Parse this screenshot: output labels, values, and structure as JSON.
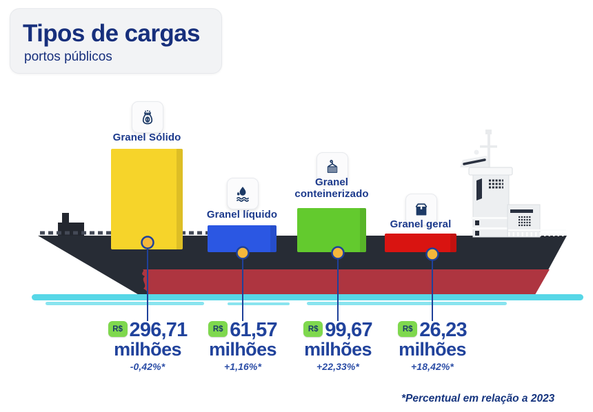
{
  "title": {
    "heading": "Tipos de cargas",
    "subtitle": "portos públicos"
  },
  "footnote": "*Percentual em relação a 2023",
  "colors": {
    "title_navy": "#172f7c",
    "label_blue": "#1c3a8c",
    "value_blue": "#21439c",
    "change_blue": "#2b4da6",
    "footnote_blue": "#16357f",
    "badge_green": "#7fd84e",
    "dot_orange": "#f5b73b",
    "connector_blue": "#1f419a",
    "hull_dark": "#272c35",
    "hull_red": "#ae3540",
    "water_cyan": "#57d7e7",
    "water_light": "#8ae4ef"
  },
  "cargos": [
    {
      "label": "Granel Sólido",
      "icon": "grain-sack-icon",
      "color": "#f6d42a",
      "currency": "R$",
      "value": "296,71",
      "unit": "milhões",
      "change": "-0,42%*"
    },
    {
      "label": "Granel líquido",
      "icon": "liquid-drop-icon",
      "color": "#2b57e3",
      "currency": "R$",
      "value": "61,57",
      "unit": "milhões",
      "change": "+1,16%*"
    },
    {
      "label": "Granel conteinerizado",
      "icon": "container-crane-icon",
      "color": "#63ca2e",
      "currency": "R$",
      "value": "99,67",
      "unit": "milhões",
      "change": "+22,33%*"
    },
    {
      "label": "Granel geral",
      "icon": "package-box-icon",
      "color": "#d91411",
      "currency": "R$",
      "value": "26,23",
      "unit": "milhões",
      "change": "+18,42%*"
    }
  ],
  "chart_data": {
    "type": "bar",
    "title": "Tipos de cargas",
    "subtitle": "portos públicos",
    "categories": [
      "Granel Sólido",
      "Granel líquido",
      "Granel conteinerizado",
      "Granel geral"
    ],
    "values": [
      296.71,
      61.57,
      99.67,
      26.23
    ],
    "unit": "milhões (R$)",
    "change_vs_2023_pct": [
      -0.42,
      1.16,
      22.33,
      18.42
    ],
    "footnote": "*Percentual em relação a 2023",
    "legend_position": "none",
    "grid": false
  }
}
